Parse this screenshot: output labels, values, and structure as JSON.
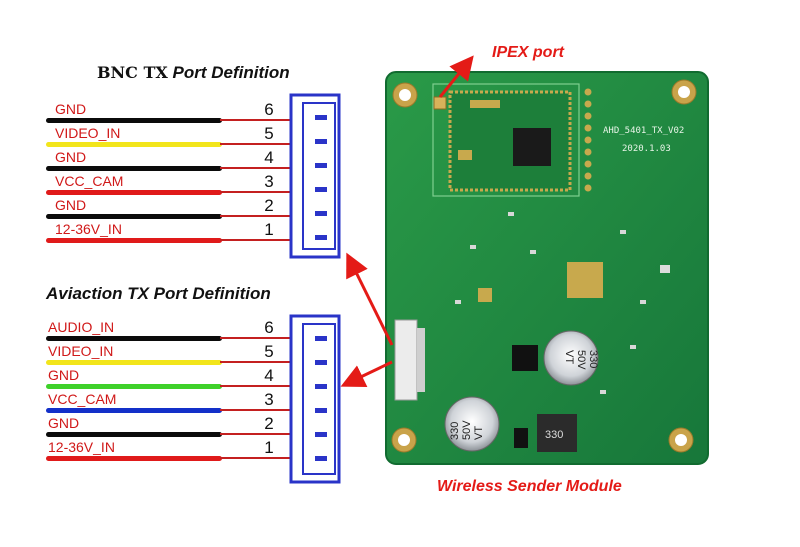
{
  "bnc": {
    "title_prefix": "BNC TX",
    "title_suffix": "Port Definition",
    "pins": [
      {
        "num": "6",
        "label": "GND",
        "color": "#0b0b0b"
      },
      {
        "num": "5",
        "label": "VIDEO_IN",
        "color": "#f2e51b"
      },
      {
        "num": "4",
        "label": "GND",
        "color": "#0b0b0b"
      },
      {
        "num": "3",
        "label": "VCC_CAM",
        "color": "#e01a1a"
      },
      {
        "num": "2",
        "label": "GND",
        "color": "#0b0b0b"
      },
      {
        "num": "1",
        "label": "12-36V_IN",
        "color": "#e01a1a"
      }
    ]
  },
  "aviation": {
    "title": "Aviaction TX Port Definition",
    "pins": [
      {
        "num": "6",
        "label": "AUDIO_IN",
        "color": "#0b0b0b"
      },
      {
        "num": "5",
        "label": "VIDEO_IN",
        "color": "#f2e51b"
      },
      {
        "num": "4",
        "label": "GND",
        "color": "#3ed12a"
      },
      {
        "num": "3",
        "label": "VCC_CAM",
        "color": "#1330c9"
      },
      {
        "num": "2",
        "label": "GND",
        "color": "#0b0b0b"
      },
      {
        "num": "1",
        "label": "12-36V_IN",
        "color": "#e01a1a"
      }
    ]
  },
  "annotations": {
    "ipex": "IPEX port",
    "module": "Wireless Sender Module"
  },
  "board": {
    "silkscreen_model": "AHD_5401_TX_V02",
    "silkscreen_date": "2020.1.03",
    "cap_text": [
      "330",
      "50V",
      "VT"
    ],
    "inductor_text": "330"
  },
  "colors": {
    "accent_red": "#e41b17",
    "connector_blue": "#2a34c8",
    "pcb_green": "#1f8a3a"
  }
}
